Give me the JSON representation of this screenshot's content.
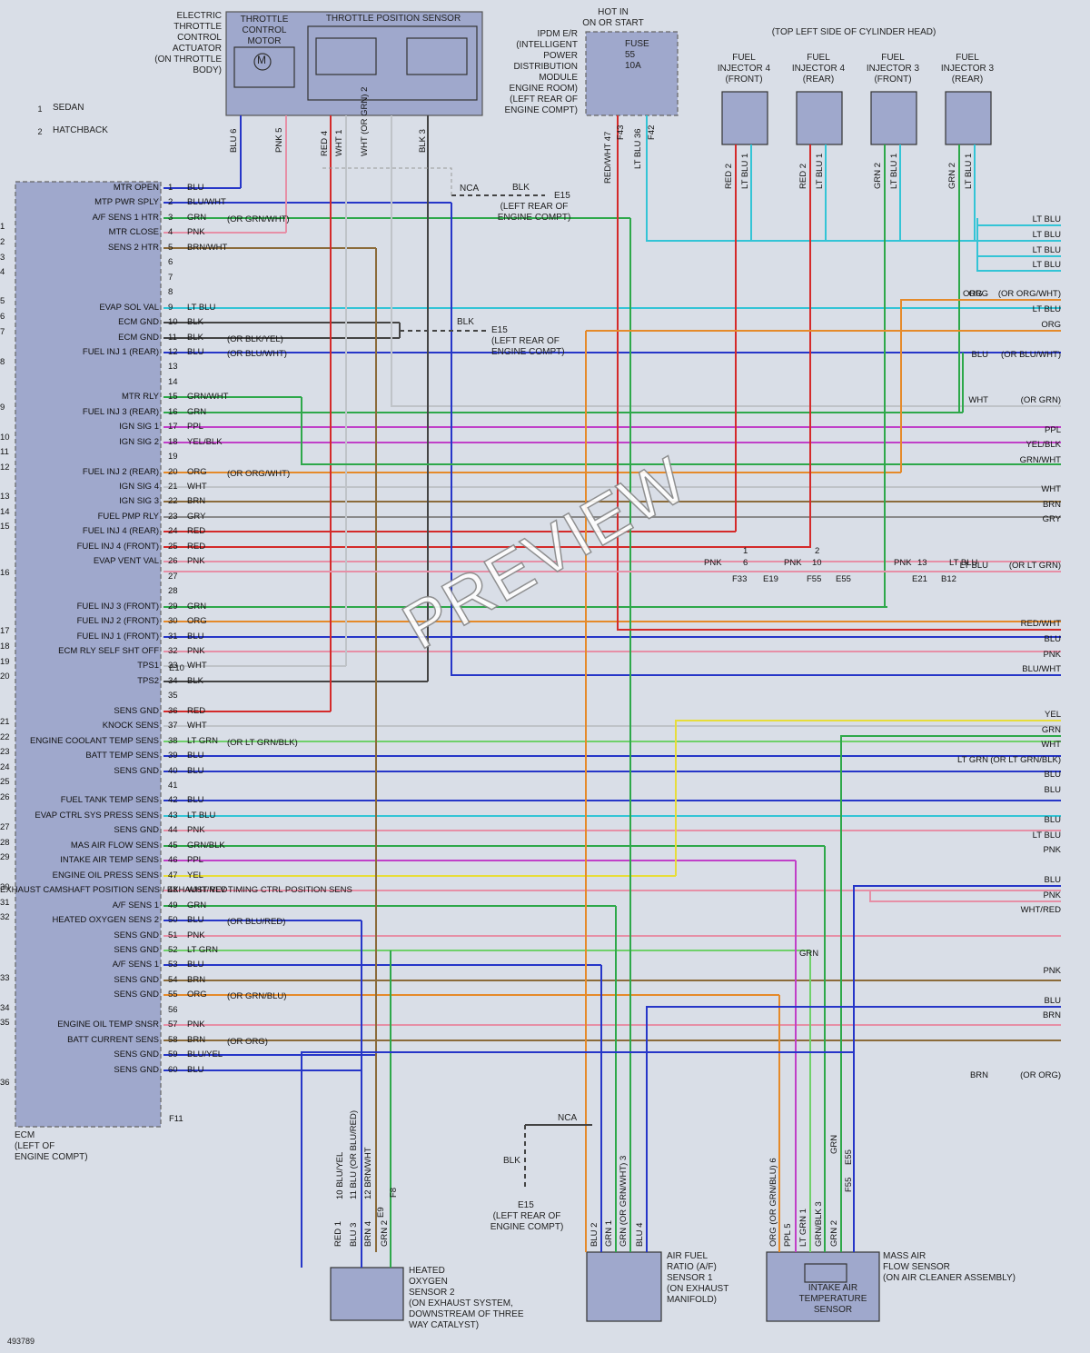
{
  "legend": [
    {
      "num": "1",
      "label": "SEDAN"
    },
    {
      "num": "2",
      "label": "HATCHBACK"
    }
  ],
  "components": {
    "throttle_actuator": "ELECTRIC\nTHROTTLE\nCONTROL\nACTUATOR\n(ON THROTTLE\nBODY)",
    "throttle_motor": "THROTTLE\nCONTROL\nMOTOR",
    "motor_symbol": "M",
    "tps": "THROTTLE POSITION SENSOR",
    "hot_in": "HOT IN\nON OR START",
    "ipdm": "IPDM E/R\n(INTELLIGENT\nPOWER\nDISTRIBUTION\nMODULE\nENGINE ROOM)\n(LEFT REAR OF\nENGINE COMPT)",
    "fuse": "FUSE\n55\n10A",
    "cyl_head": "(TOP LEFT SIDE OF CYLINDER HEAD)",
    "inj4f": "FUEL\nINJECTOR 4\n(FRONT)",
    "inj4r": "FUEL\nINJECTOR 4\n(REAR)",
    "inj3f": "FUEL\nINJECTOR 3\n(FRONT)",
    "inj3r": "FUEL\nINJECTOR 3\n(REAR)",
    "ecm": "ECM\n(LEFT OF\nENGINE COMPT)",
    "ho2s2": "HEATED\nOXYGEN\nSENSOR 2\n(ON EXHAUST SYSTEM,\nDOWNSTREAM OF THREE\nWAY CATALYST)",
    "af1": "AIR FUEL\nRATIO (A/F)\nSENSOR 1\n(ON EXHAUST\nMANIFOLD)",
    "maf": "MASS AIR\nFLOW SENSOR\n(ON AIR CLEANER ASSEMBLY)",
    "iat": "INTAKE AIR\nTEMPERATURE\nSENSOR",
    "ground1": "NCA",
    "ground1_color": "BLK",
    "ground1_id": "E15",
    "ground1_loc": "(LEFT REAR OF\nENGINE COMPT)",
    "ground2_color": "BLK",
    "ground2_id": "E15",
    "ground2_loc": "(LEFT REAR OF\nENGINE COMPT)",
    "ground3": "NCA",
    "ground3_color": "BLK",
    "ground3_id": "E15",
    "ground3_loc": "(LEFT REAR OF\nENGINE COMPT)",
    "doc_id": "493789",
    "watermark": "PREVIEW"
  },
  "ecm_pins": [
    {
      "pin": "1",
      "wire": "BLU",
      "func": "MTR OPEN"
    },
    {
      "pin": "2",
      "wire": "BLU/WHT",
      "func": "MTP PWR SPLY"
    },
    {
      "pin": "3",
      "wire": "GRN",
      "alt": "(OR GRN/WHT)",
      "func": "A/F SENS 1 HTR"
    },
    {
      "pin": "4",
      "wire": "PNK",
      "func": "MTR CLOSE"
    },
    {
      "pin": "5",
      "wire": "BRN/WHT",
      "func": "SENS 2 HTR"
    },
    {
      "pin": "6",
      "wire": "",
      "func": ""
    },
    {
      "pin": "7",
      "wire": "",
      "func": ""
    },
    {
      "pin": "8",
      "wire": "",
      "func": ""
    },
    {
      "pin": "9",
      "wire": "LT BLU",
      "func": "EVAP SOL VAL"
    },
    {
      "pin": "10",
      "wire": "BLK",
      "func": "ECM GND"
    },
    {
      "pin": "11",
      "wire": "BLK",
      "alt": "(OR BLK/YEL)",
      "func": "ECM GND"
    },
    {
      "pin": "12",
      "wire": "BLU",
      "alt": "(OR BLU/WHT)",
      "func": "FUEL INJ 1 (REAR)"
    },
    {
      "pin": "13",
      "wire": "",
      "func": ""
    },
    {
      "pin": "14",
      "wire": "",
      "func": ""
    },
    {
      "pin": "15",
      "wire": "GRN/WHT",
      "func": "MTR RLY"
    },
    {
      "pin": "16",
      "wire": "GRN",
      "func": "FUEL INJ 3 (REAR)"
    },
    {
      "pin": "17",
      "wire": "PPL",
      "func": "IGN SIG 1"
    },
    {
      "pin": "18",
      "wire": "YEL/BLK",
      "func": "IGN SIG 2"
    },
    {
      "pin": "19",
      "wire": "",
      "func": ""
    },
    {
      "pin": "20",
      "wire": "ORG",
      "alt": "(OR ORG/WHT)",
      "func": "FUEL INJ 2 (REAR)"
    },
    {
      "pin": "21",
      "wire": "WHT",
      "func": "IGN SIG 4"
    },
    {
      "pin": "22",
      "wire": "BRN",
      "func": "IGN SIG 3"
    },
    {
      "pin": "23",
      "wire": "GRY",
      "func": "FUEL PMP RLY"
    },
    {
      "pin": "24",
      "wire": "RED",
      "func": "FUEL INJ 4 (REAR)"
    },
    {
      "pin": "25",
      "wire": "RED",
      "func": "FUEL INJ 4 (FRONT)"
    },
    {
      "pin": "26",
      "wire": "PNK",
      "func": "EVAP VENT VAL"
    },
    {
      "pin": "27",
      "wire": "",
      "func": ""
    },
    {
      "pin": "28",
      "wire": "",
      "func": ""
    },
    {
      "pin": "29",
      "wire": "GRN",
      "func": "FUEL INJ 3 (FRONT)"
    },
    {
      "pin": "30",
      "wire": "ORG",
      "func": "FUEL INJ 2 (FRONT)"
    },
    {
      "pin": "31",
      "wire": "BLU",
      "func": "FUEL INJ 1 (FRONT)"
    },
    {
      "pin": "32",
      "wire": "PNK",
      "func": "ECM RLY SELF SHT OFF"
    },
    {
      "pin": "33",
      "wire": "WHT",
      "func": "TPS1"
    },
    {
      "pin": "34",
      "wire": "BLK",
      "func": "TPS2"
    },
    {
      "pin": "35",
      "wire": "",
      "func": ""
    },
    {
      "pin": "36",
      "wire": "RED",
      "func": "SENS GND"
    },
    {
      "pin": "37",
      "wire": "WHT",
      "func": "KNOCK SENS"
    },
    {
      "pin": "38",
      "wire": "LT GRN",
      "alt": "(OR LT GRN/BLK)",
      "func": "ENGINE COOLANT TEMP SENS"
    },
    {
      "pin": "39",
      "wire": "BLU",
      "func": "BATT TEMP SENS"
    },
    {
      "pin": "40",
      "wire": "BLU",
      "func": "SENS GND"
    },
    {
      "pin": "41",
      "wire": "",
      "func": ""
    },
    {
      "pin": "42",
      "wire": "BLU",
      "func": "FUEL TANK TEMP SENS"
    },
    {
      "pin": "43",
      "wire": "LT BLU",
      "func": "EVAP CTRL SYS PRESS SENS"
    },
    {
      "pin": "44",
      "wire": "PNK",
      "func": "SENS GND"
    },
    {
      "pin": "45",
      "wire": "GRN/BLK",
      "func": "MAS AIR FLOW SENS"
    },
    {
      "pin": "46",
      "wire": "PPL",
      "func": "INTAKE AIR TEMP SENS"
    },
    {
      "pin": "47",
      "wire": "YEL",
      "func": "ENGINE OIL PRESS SENS"
    },
    {
      "pin": "48",
      "wire": "WHT/RED",
      "func": "EXHAUST CAMSHAFT POSITION SENS / EXHAUST VLV TIMING CTRL POSITION SENS"
    },
    {
      "pin": "49",
      "wire": "GRN",
      "func": "A/F SENS 1"
    },
    {
      "pin": "50",
      "wire": "BLU",
      "alt": "(OR BLU/RED)",
      "func": "HEATED OXYGEN SENS 2"
    },
    {
      "pin": "51",
      "wire": "PNK",
      "func": "SENS GND"
    },
    {
      "pin": "52",
      "wire": "LT GRN",
      "func": "SENS GND"
    },
    {
      "pin": "53",
      "wire": "BLU",
      "func": "A/F SENS 1"
    },
    {
      "pin": "54",
      "wire": "BRN",
      "func": "SENS GND"
    },
    {
      "pin": "55",
      "wire": "ORG",
      "alt": "(OR GRN/BLU)",
      "func": "SENS GND"
    },
    {
      "pin": "56",
      "wire": "",
      "func": ""
    },
    {
      "pin": "57",
      "wire": "PNK",
      "func": "ENGINE OIL TEMP SNSR"
    },
    {
      "pin": "58",
      "wire": "BRN",
      "alt": "(OR ORG)",
      "func": "BATT CURRENT SENS"
    },
    {
      "pin": "59",
      "wire": "BLU/YEL",
      "func": "SENS GND"
    },
    {
      "pin": "60",
      "wire": "BLU",
      "func": "SENS GND"
    }
  ],
  "connectors": {
    "e10": "E10",
    "f11": "F11",
    "f33": "F33",
    "e19": "E19",
    "f55": "F55",
    "e55": "E55",
    "e21": "E21",
    "b12": "B12",
    "f43": "F43",
    "f42": "F42",
    "e9": "E9",
    "f8": "F8",
    "e55b": "E55",
    "f55b": "F55"
  },
  "right_side": [
    {
      "num": "1",
      "wire": "LT BLU"
    },
    {
      "num": "2",
      "wire": "LT BLU"
    },
    {
      "num": "3",
      "wire": "LT BLU"
    },
    {
      "num": "4",
      "wire": "LT BLU"
    },
    {
      "num": "5",
      "wire": "ORG",
      "alt": "(OR ORG/WHT)"
    },
    {
      "num": "6",
      "wire": "LT BLU"
    },
    {
      "num": "7",
      "wire": "ORG"
    },
    {
      "num": "8",
      "wire": "BLU",
      "alt": "(OR BLU/WHT)"
    },
    {
      "num": "9",
      "wire": "WHT",
      "alt": "(OR GRN)"
    },
    {
      "num": "10",
      "wire": "PPL"
    },
    {
      "num": "11",
      "wire": "YEL/BLK"
    },
    {
      "num": "12",
      "wire": "GRN/WHT"
    },
    {
      "num": "13",
      "wire": "WHT"
    },
    {
      "num": "14",
      "wire": "BRN"
    },
    {
      "num": "15",
      "wire": "GRY"
    },
    {
      "num": "16",
      "wire": "LT BLU",
      "alt": "(OR LT GRN)"
    },
    {
      "num": "17",
      "wire": "RED/WHT"
    },
    {
      "num": "18",
      "wire": "BLU"
    },
    {
      "num": "19",
      "wire": "PNK"
    },
    {
      "num": "20",
      "wire": "BLU/WHT"
    },
    {
      "num": "21",
      "wire": "YEL"
    },
    {
      "num": "22",
      "wire": "GRN"
    },
    {
      "num": "23",
      "wire": "WHT"
    },
    {
      "num": "24",
      "wire": "LT GRN",
      "alt": "(OR LT GRN/BLK)"
    },
    {
      "num": "25",
      "wire": "BLU"
    },
    {
      "num": "26",
      "wire": "BLU"
    },
    {
      "num": "27",
      "wire": "BLU"
    },
    {
      "num": "28",
      "wire": "LT BLU"
    },
    {
      "num": "29",
      "wire": "PNK"
    },
    {
      "num": "30",
      "wire": "BLU"
    },
    {
      "num": "31",
      "wire": "PNK"
    },
    {
      "num": "32",
      "wire": "WHT/RED"
    },
    {
      "num": "33",
      "wire": "PNK"
    },
    {
      "num": "34",
      "wire": "BLU"
    },
    {
      "num": "35",
      "wire": "BRN"
    },
    {
      "num": "36",
      "wire": "BRN",
      "alt": "(OR ORG)"
    }
  ],
  "mid_labels": {
    "pnk16a": "PNK",
    "pnk16b": "PNK",
    "pnk16c": "PNK",
    "ltblu16": "LT BLU",
    "c1": "1",
    "c2": "2",
    "n6": "6",
    "n10": "10",
    "n13": "13",
    "orgr5": "ORG",
    "grn_maf": "GRN"
  },
  "top_wires": {
    "blu6": "BLU 6",
    "pnk5": "PNK 5",
    "red4": "RED 4",
    "wht1": "WHT 1",
    "wht2": "WHT (OR GRN) 2",
    "blk3": "BLK 3",
    "rw47": "RED/WHT 47",
    "ltblu36": "LT BLU 36"
  },
  "injector_wires": [
    "RED 2",
    "LT BLU 1",
    "RED 2",
    "LT BLU 1",
    "GRN 2",
    "LT BLU 1",
    "GRN 2",
    "LT BLU 1"
  ],
  "bottom_wires": {
    "ho2": [
      "RED 1",
      "BLU 3",
      "BRN 4",
      "GRN 2"
    ],
    "ho2_top": [
      "10 BLU/YEL",
      "11 BLU (OR BLU/RED)",
      "12 BRN/WHT"
    ],
    "af": [
      "BLU 2",
      "GRN 1",
      "GRN (OR GRN/WHT) 3",
      "BLU 4"
    ],
    "maf": [
      "ORG (OR GRN/BLU) 6",
      "PPL 5",
      "LT GRN 1",
      "GRN/BLK 3",
      "GRN 2"
    ],
    "maf_top": "GRN"
  },
  "colors": {
    "BLU": "#2636c8",
    "LT_BLU": "#33c4d6",
    "GRN": "#2ea84a",
    "LT_GRN": "#6fd06a",
    "RED": "#d42a2a",
    "PNK": "#e68fa6",
    "ORG": "#e58a2a",
    "PPL": "#c040c8",
    "YEL": "#e7dd3a",
    "WHT": "#bfc3c8",
    "BRN": "#8b6b3a",
    "BLK": "#444444",
    "GRY": "#8a8a8a"
  }
}
